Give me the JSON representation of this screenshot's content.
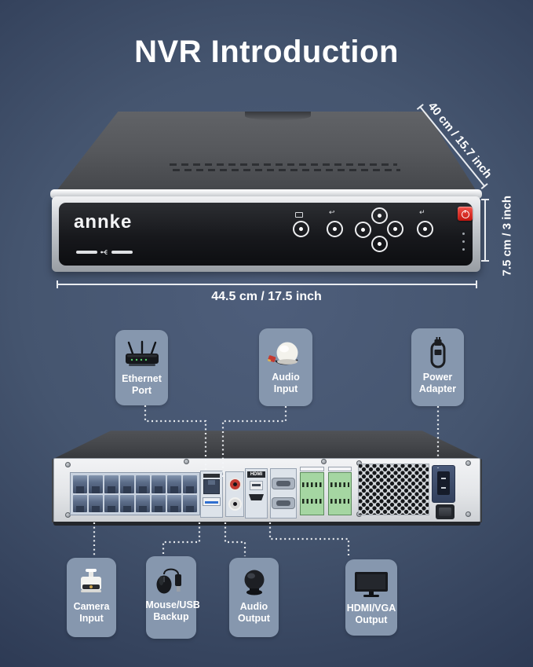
{
  "title": "NVR Introduction",
  "front_view": {
    "brand": "annke",
    "dimensions": {
      "depth": "40 cm / 15.7 inch",
      "height": "7.5 cm / 3 inch",
      "width": "44.5 cm / 17.5 inch"
    }
  },
  "rear_view": {
    "hdmi_port_label": "HDMI"
  },
  "callouts_top": [
    {
      "label": "Ethernet Port",
      "icon": "router-icon"
    },
    {
      "label": "Audio Input",
      "icon": "microphone-icon"
    },
    {
      "label": "Power Adapter",
      "icon": "power-cable-icon"
    }
  ],
  "callouts_bottom": [
    {
      "label": "Camera Input",
      "icon": "camera-icon"
    },
    {
      "label": "Mouse/USB Backup",
      "icon": "mouse-icon"
    },
    {
      "label": "Audio Output",
      "icon": "speaker-icon"
    },
    {
      "label": "HDMI/VGA Output",
      "icon": "monitor-icon"
    }
  ],
  "colors": {
    "background_center": "#4e5e7b",
    "background_edge": "#232f47",
    "card_background": "#8697ae",
    "power_button_red": "#d6201a",
    "text": "#ffffff"
  }
}
